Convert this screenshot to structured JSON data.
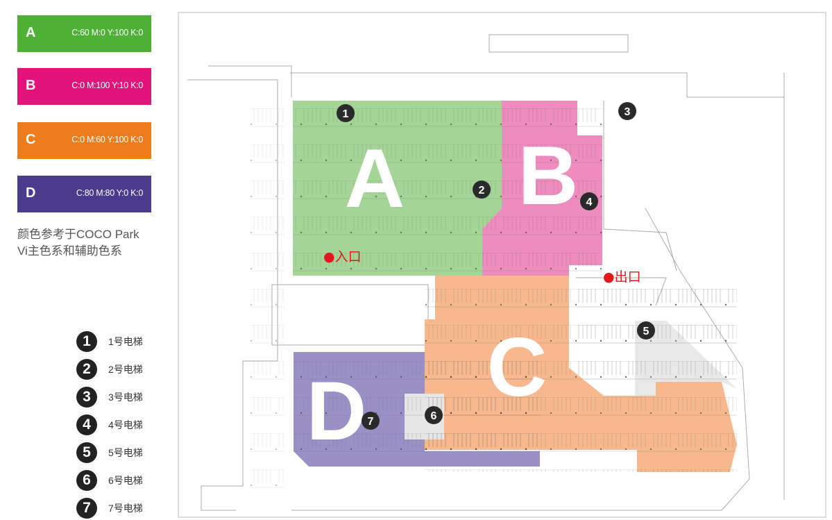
{
  "legend": {
    "zones": [
      {
        "letter": "A",
        "cmyk": "C:60  M:0 Y:100 K:0",
        "color": "#4eb135"
      },
      {
        "letter": "B",
        "cmyk": "C:0  M:100 Y:10 K:0",
        "color": "#e0147b"
      },
      {
        "letter": "C",
        "cmyk": "C:0  M:60 Y:100 K:0",
        "color": "#ec7c1c"
      },
      {
        "letter": "D",
        "cmyk": "C:80  M:80 Y:0 K:0",
        "color": "#4b3b8d"
      }
    ],
    "note_line1": "颜色参考于COCO Park",
    "note_line2": "Vi主色系和辅助色系",
    "elevators": [
      {
        "num": "1",
        "label": "1号电梯"
      },
      {
        "num": "2",
        "label": "2号电梯"
      },
      {
        "num": "3",
        "label": "3号电梯"
      },
      {
        "num": "4",
        "label": "4号电梯"
      },
      {
        "num": "5",
        "label": "5号电梯"
      },
      {
        "num": "6",
        "label": "6号电梯"
      },
      {
        "num": "7",
        "label": "7号电梯"
      }
    ]
  },
  "map": {
    "zone_labels": [
      "A",
      "B",
      "C",
      "D"
    ],
    "entrance": "●入口",
    "exit": "●出口",
    "zone_fill": {
      "A": "#a5d596",
      "B": "#ee8cbd",
      "C": "#f6b88c",
      "D": "#9a90c6"
    }
  }
}
